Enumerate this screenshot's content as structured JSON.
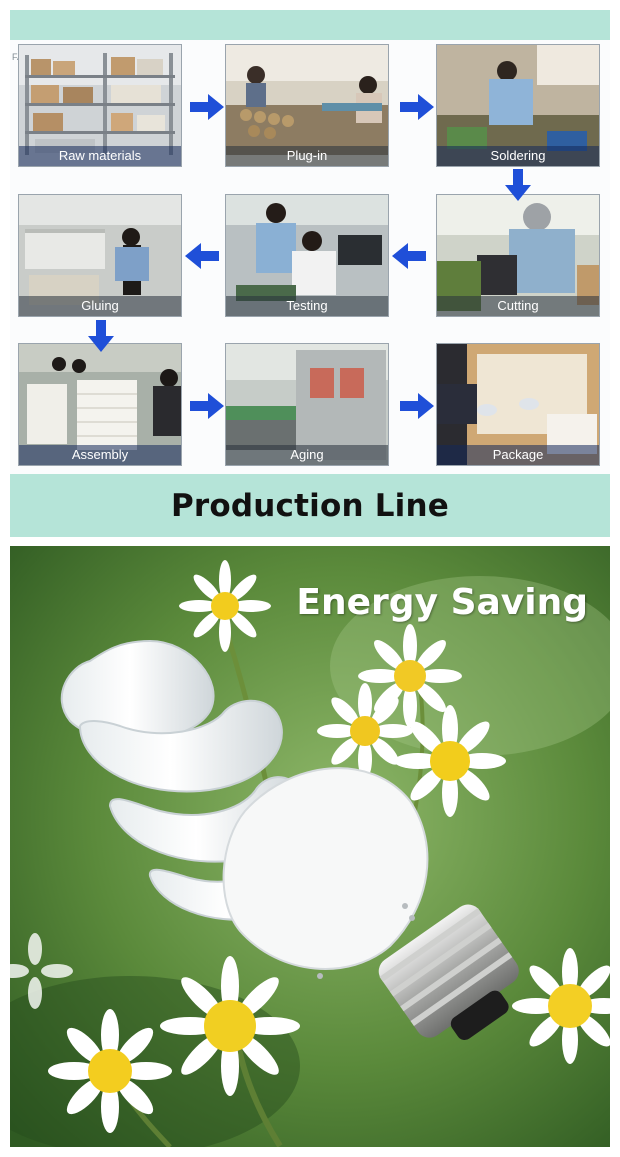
{
  "production": {
    "corner_mark": "FAO",
    "title": "Production Line",
    "steps": [
      {
        "label": "Raw materials"
      },
      {
        "label": "Plug-in"
      },
      {
        "label": "Soldering"
      },
      {
        "label": "Cutting"
      },
      {
        "label": "Testing"
      },
      {
        "label": "Gluing"
      },
      {
        "label": "Assembly"
      },
      {
        "label": "Aging"
      },
      {
        "label": "Package"
      }
    ],
    "arrow_color": "#1f4fd8",
    "band_color": "#b5e4d8"
  },
  "promo": {
    "title": "Energy Saving"
  }
}
